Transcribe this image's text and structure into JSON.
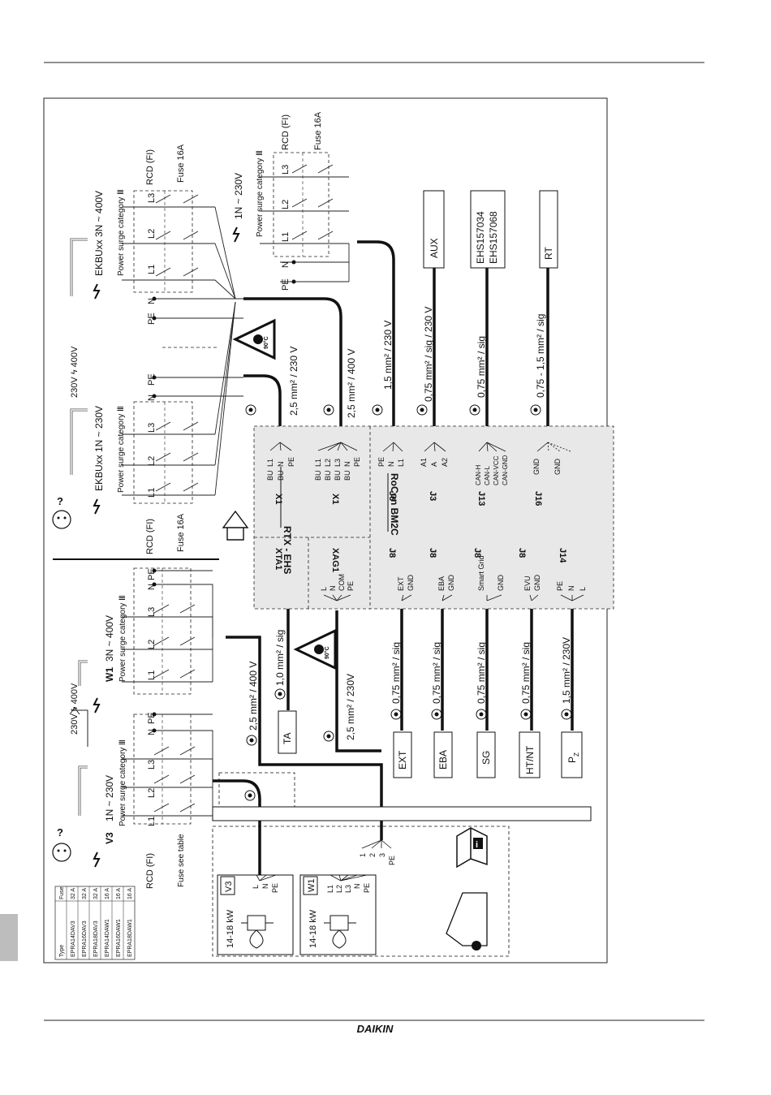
{
  "brand": "DAIKIN",
  "type_table": {
    "headers": [
      "Type",
      "Fuse"
    ],
    "rows": [
      [
        "EPRA14DAV3",
        "32 A"
      ],
      [
        "EPRA16DAV3",
        "32 A"
      ],
      [
        "EPRA18DAV3",
        "32 A"
      ],
      [
        "EPRA14DAW1",
        "16 A"
      ],
      [
        "EPRA16DAW1",
        "16 A"
      ],
      [
        "EPRA18DAW1",
        "16 A"
      ]
    ]
  },
  "supply_left": {
    "voltage": "230V ϟ 400V",
    "v3_label": "V3",
    "v3_spec": "1N ~ 230V",
    "w1_label": "W1",
    "w1_spec": "3N ~ 400V",
    "surge": "Power surge category Ⅲ",
    "rcd": "RCD (FI)",
    "fuse_see_table": "Fuse see table",
    "l1": "L1",
    "l2": "L2",
    "l3": "L3",
    "n": "N",
    "pe": "PE"
  },
  "supply_mid": {
    "voltage": "230V ϟ 400V",
    "ekbu_1n": "EKBUxx  1N ~ 230V",
    "ekbu_3n": "EKBUxx  3N ~ 400V",
    "surge": "Power surge category Ⅲ",
    "rcd": "RCD (FI)",
    "fuse": "Fuse 16A"
  },
  "supply_right": {
    "spec": "1N ~ 230V",
    "surge": "Power surge category Ⅲ",
    "rcd": "RCD (FI)",
    "fuse": "Fuse 16A"
  },
  "units": {
    "v3_power": "14-18 kW",
    "v3_label": "V3",
    "w1_power": "14-18 kW",
    "w1_label": "W1",
    "v3_terminals": [
      "L",
      "N",
      "PE"
    ],
    "w1_terminals": [
      "L1",
      "L2",
      "L3",
      "N",
      "PE"
    ],
    "sensor_terminals": [
      "1",
      "2",
      "3",
      "PE"
    ]
  },
  "devices": {
    "ta": "TA",
    "ext": "EXT",
    "eba": "EBA",
    "sg": "SG",
    "htnt": "HT/NT",
    "pz": "P",
    "pz_sub": "Z",
    "aux": "AUX",
    "ehs_1": "EHS157034",
    "ehs_2": "EHS157068",
    "rt": "RT"
  },
  "cables": {
    "c_v3": "2,5 mm² / 400 V",
    "c_ta": "1,0 mm² / sig",
    "c_xag": "2,5 mm² / 230V",
    "c_ext": "0,75 mm² / sig",
    "c_eba": "0,75 mm² / sig",
    "c_sg": "0,75 mm² / sig",
    "c_htnt": "0,75 mm² / sig",
    "c_pz": "1,5 mm² / 230V",
    "c_x1a": "2,5 mm² / 230 V",
    "c_x1b": "2,5 mm² / 400 V",
    "c_j6": "1,5 mm² / 230 V",
    "c_j3": "0,75 mm² / sig / 230 V",
    "c_j13": "0,75 mm² / sig",
    "c_j16": "0,75 - 1,5 mm² / sig",
    "temp": "90°C"
  },
  "rtx": {
    "title": "RTX - EHS",
    "xta1": "XTA1",
    "xag1": "XAG1",
    "x1": "X1",
    "x1a_terms": [
      "L1",
      "N",
      "PE"
    ],
    "x1a_sub": [
      "BU",
      "BU"
    ],
    "x1b_terms": [
      "L1",
      "L2",
      "L3",
      "N",
      "PE"
    ],
    "x1b_sub": [
      "BU",
      "BU",
      "BU",
      "BU"
    ],
    "xag_terms": [
      "L",
      "N",
      "COM",
      "PE"
    ]
  },
  "rocon": {
    "title": "RoCon BM2C",
    "j8": "J8",
    "j14": "J14",
    "j6": "J6",
    "j3": "J3",
    "j13": "J13",
    "j16": "J16",
    "ext_terms": [
      "EXT",
      "GND"
    ],
    "eba_terms": [
      "EBA",
      "GND"
    ],
    "sg_terms": [
      "Smart Grid",
      "GND"
    ],
    "evu_terms": [
      "EVU",
      "GND"
    ],
    "j14_terms": [
      "PE",
      "N",
      "L"
    ],
    "j6_terms": [
      "PE",
      "N",
      "L1"
    ],
    "j3_terms": [
      "A1",
      "A",
      "A2"
    ],
    "j13_terms": [
      "CAN-H",
      "CAN-L",
      "CAN-VCC",
      "CAN-GND"
    ],
    "j16_terms": [
      "GND",
      "GND"
    ]
  }
}
